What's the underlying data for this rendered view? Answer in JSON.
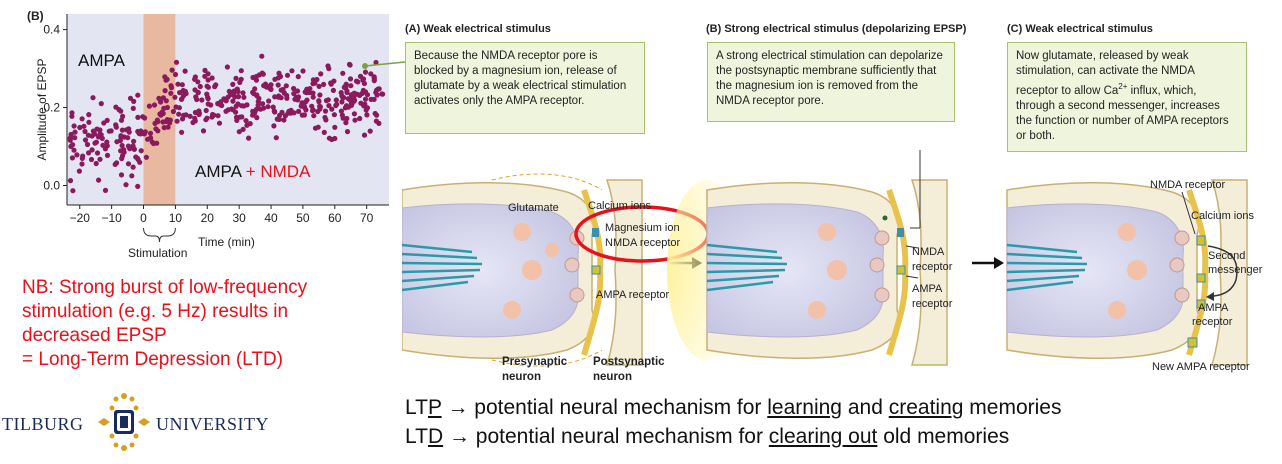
{
  "chart_data": {
    "type": "scatter",
    "panel_label": "(B)",
    "xlabel": "Time (min)",
    "ylabel": "Amplitude of EPSP",
    "xlim": [
      -24,
      77
    ],
    "ylim": [
      -0.05,
      0.44
    ],
    "x_ticks": [
      -20,
      -10,
      0,
      10,
      20,
      30,
      40,
      50,
      60,
      70
    ],
    "y_ticks": [
      0.0,
      0.2,
      0.4
    ],
    "y_tick_labels": [
      "0.0",
      "0.2",
      "0.4"
    ],
    "stimulation_window": [
      0,
      10
    ],
    "stimulation_label": "Stimulation",
    "annotations": {
      "before": "AMPA",
      "after_part1": "AMPA",
      "after_plus": " + NMDA"
    },
    "colors": {
      "points": "#8a1a5c",
      "stim_band": "#e8b8a0",
      "plot_bg": "#e4e5f3",
      "nmda": "#e8101a"
    },
    "series": [
      {
        "segment": "baseline",
        "x_range": [
          -23,
          0
        ],
        "mean": 0.11,
        "spread": 0.045,
        "count": 110
      },
      {
        "segment": "stimulation",
        "x_range": [
          0,
          10
        ],
        "mean_start": 0.14,
        "mean_end": 0.22,
        "spread": 0.04,
        "count": 45
      },
      {
        "segment": "potentiated",
        "x_range": [
          10,
          75
        ],
        "mean": 0.22,
        "spread": 0.04,
        "count": 330
      }
    ]
  },
  "ltd_note": {
    "lines": [
      "NB: Strong burst of low-frequency",
      "stimulation (e.g. 5 Hz) results in",
      "decreased EPSP",
      "= Long-Term Depression (LTD)"
    ]
  },
  "logo": {
    "left_word": "Tilburg",
    "right_word": "University"
  },
  "diagram": {
    "panel_a": {
      "title": "(A) Weak electrical stimulus",
      "text": "Because the NMDA receptor pore is blocked by a magnesium ion, release of glutamate by a weak electrical stimulation activates only the AMPA receptor.",
      "labels": {
        "glutamate": "Glutamate",
        "calcium_ions": "Calcium ions",
        "magnesium_ion": "Magnesium ion",
        "nmda_receptor": "NMDA receptor",
        "ampa_receptor": "AMPA receptor",
        "presynaptic": [
          "Presynaptic",
          "neuron"
        ],
        "postsynaptic": [
          "Postsynaptic",
          "neuron"
        ]
      }
    },
    "panel_b": {
      "title": "(B) Strong electrical stimulus (depolarizing EPSP)",
      "text": "A strong electrical stimulation can depolarize the postsynaptic membrane sufficiently that the magnesium ion is removed from the NMDA receptor pore.",
      "labels": {
        "nmda_receptor": [
          "NMDA",
          "receptor"
        ],
        "ampa_receptor": [
          "AMPA",
          "receptor"
        ]
      }
    },
    "panel_c": {
      "title": "(C) Weak electrical stimulus",
      "text_pre": "Now glutamate, released by weak stimulation, can activate the NMDA receptor to allow Ca",
      "text_sup": "2+",
      "text_post": " influx, which, through a second messenger, increases the function or number of AMPA receptors or both.",
      "labels": {
        "nmda_receptor": "NMDA receptor",
        "calcium_ions": "Calcium ions",
        "second_messenger": [
          "Second",
          "messenger"
        ],
        "ampa_receptor": [
          "AMPA",
          "receptor"
        ],
        "new_ampa_receptor": "New AMPA receptor"
      }
    }
  },
  "summary": {
    "ltp": {
      "prefix": "LT",
      "underlined_letter": "P",
      "middle": " potential neural mechanism for ",
      "u1": "learning",
      "and": " and ",
      "u2": "creating",
      "suffix": " memories"
    },
    "ltd": {
      "prefix": "LT",
      "underlined_letter": "D",
      "middle": " potential neural mechanism for ",
      "u1": "clearing out",
      "suffix": " old memories"
    }
  }
}
